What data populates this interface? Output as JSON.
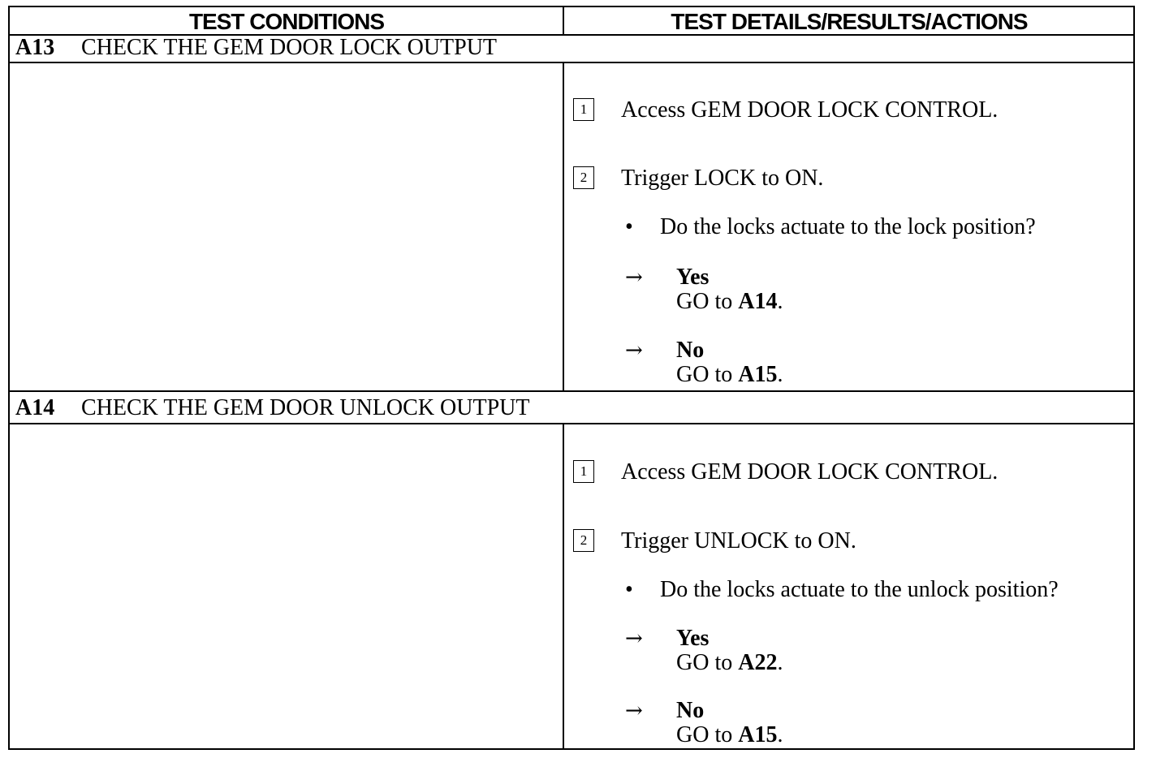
{
  "header": {
    "test_conditions": "TEST CONDITIONS",
    "test_details": "TEST DETAILS/RESULTS/ACTIONS"
  },
  "sections": [
    {
      "id": "A13",
      "title": "CHECK THE GEM DOOR LOCK OUTPUT",
      "steps": [
        {
          "number": "1",
          "text": "Access GEM DOOR LOCK CONTROL."
        },
        {
          "number": "2",
          "text": "Trigger LOCK to ON."
        }
      ],
      "question": "Do the locks actuate to the lock position?",
      "bullet": "•",
      "answers": [
        {
          "arrow": "→",
          "label": "Yes",
          "action_prefix": "GO to ",
          "action_target": "A14",
          "action_suffix": "."
        },
        {
          "arrow": "→",
          "label": "No",
          "action_prefix": "GO to ",
          "action_target": "A15",
          "action_suffix": "."
        }
      ]
    },
    {
      "id": "A14",
      "title": "CHECK THE GEM DOOR UNLOCK OUTPUT",
      "steps": [
        {
          "number": "1",
          "text": "Access GEM DOOR LOCK CONTROL."
        },
        {
          "number": "2",
          "text": "Trigger UNLOCK to ON."
        }
      ],
      "question": "Do the locks actuate to the unlock position?",
      "bullet": "•",
      "answers": [
        {
          "arrow": "→",
          "label": "Yes",
          "action_prefix": "GO to ",
          "action_target": "A22",
          "action_suffix": "."
        },
        {
          "arrow": "→",
          "label": "No",
          "action_prefix": "GO to ",
          "action_target": "A15",
          "action_suffix": "."
        }
      ]
    }
  ]
}
